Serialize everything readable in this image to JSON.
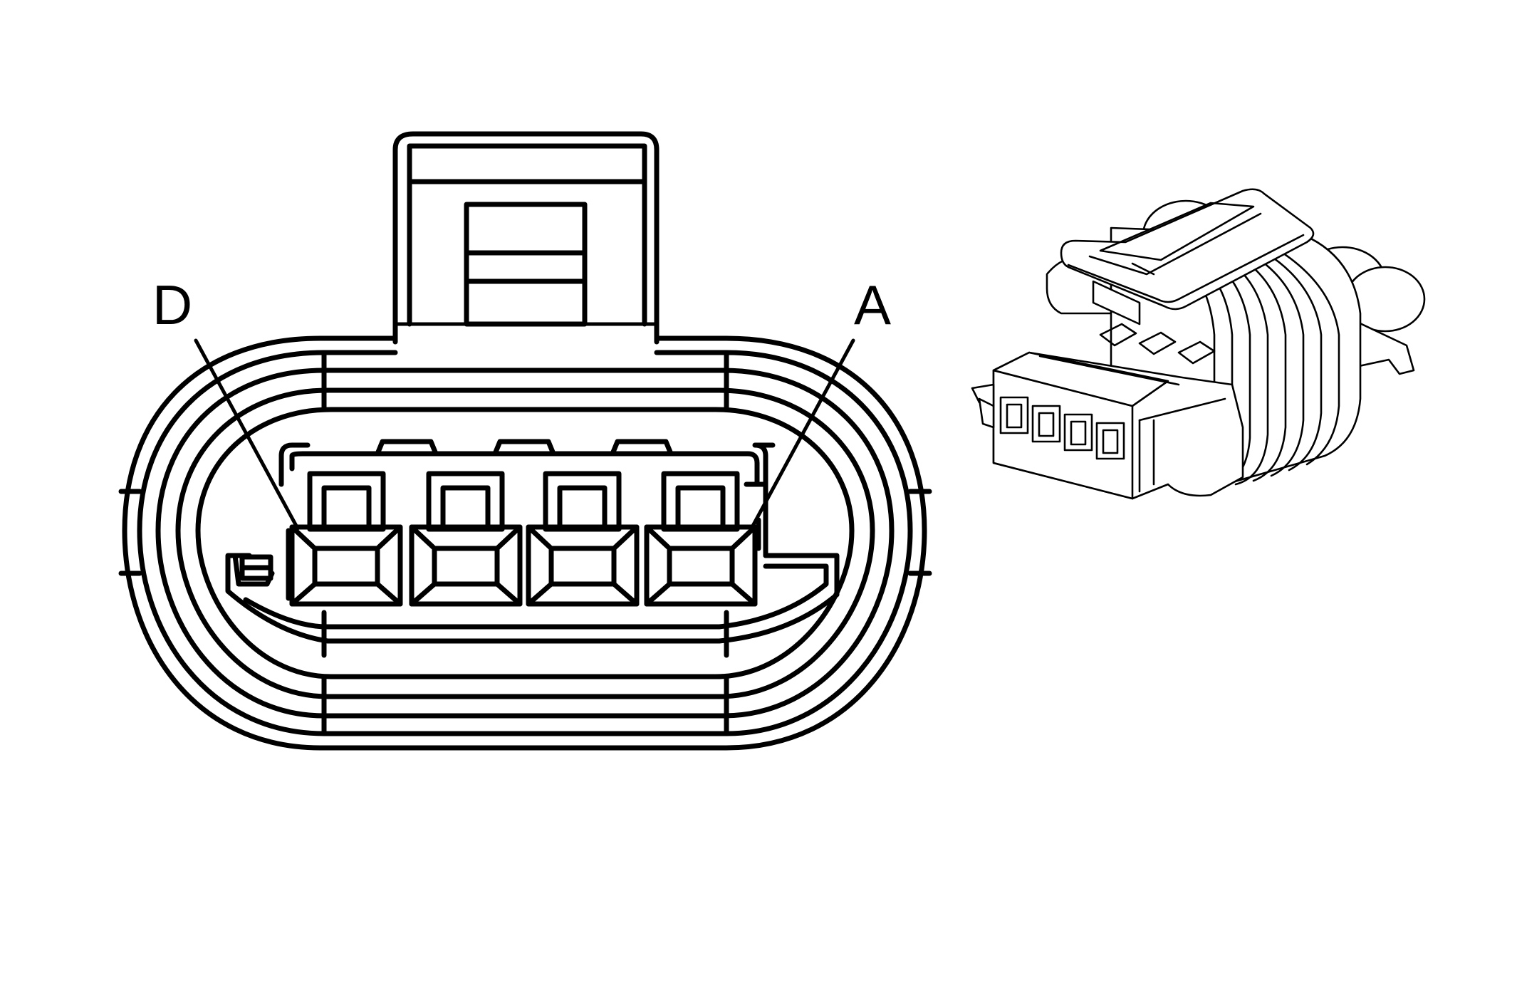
{
  "diagram": {
    "pin_labels": {
      "left": "D",
      "right": "A"
    },
    "cavity_count": 4,
    "colors": {
      "line": "#000000",
      "background": "#ffffff"
    }
  }
}
